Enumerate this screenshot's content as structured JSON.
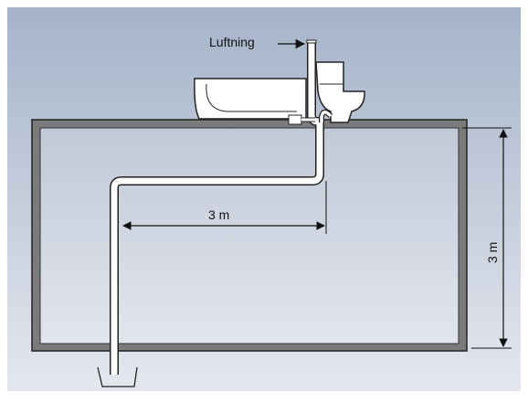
{
  "diagram": {
    "vent_label": "Luftning",
    "horizontal_distance_label": "3 m",
    "vertical_distance_label": "3 m"
  },
  "colors": {
    "background_top": "#a5b3c9",
    "background_bottom": "#e4e7ee",
    "wall": "#7b7b7b",
    "pipe": "#ffffff",
    "outline": "#222222"
  }
}
